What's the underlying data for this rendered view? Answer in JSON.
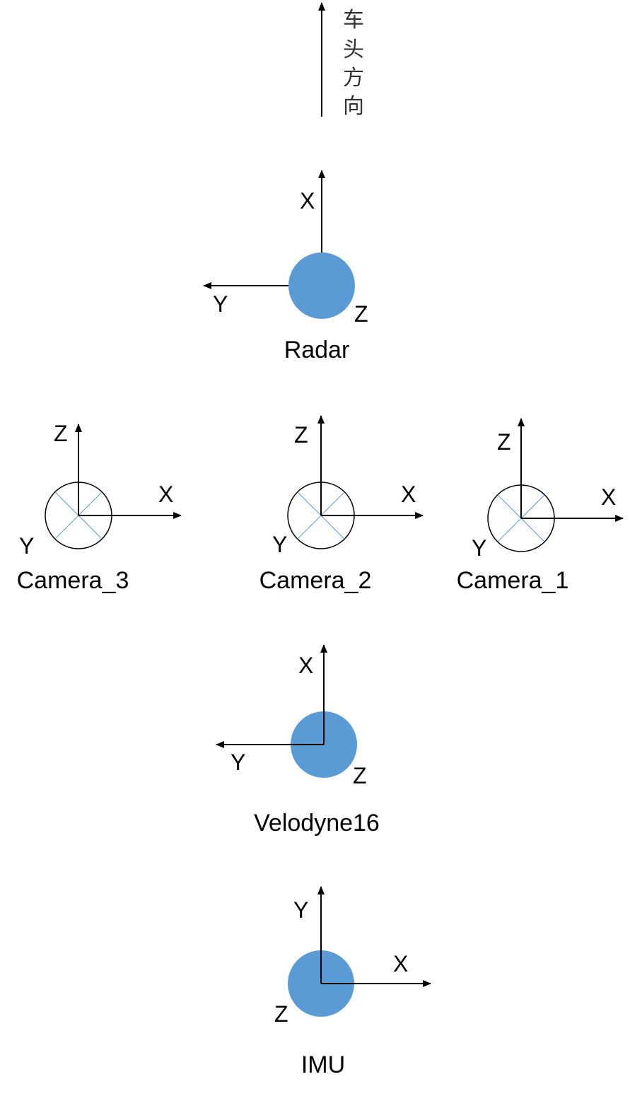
{
  "heading_label": "车头方向",
  "colors": {
    "sensor_fill": "#5b9bd5",
    "camera_diag": "#5b9bd5",
    "line": "#000000"
  },
  "sensors": {
    "radar": {
      "name": "Radar",
      "axes": {
        "x": "X",
        "y": "Y",
        "z": "Z"
      }
    },
    "camera_3": {
      "name": "Camera_3",
      "axes": {
        "z": "Z",
        "x": "X",
        "y": "Y"
      }
    },
    "camera_2": {
      "name": "Camera_2",
      "axes": {
        "z": "Z",
        "x": "X",
        "y": "Y"
      }
    },
    "camera_1": {
      "name": "Camera_1",
      "axes": {
        "z": "Z",
        "x": "X",
        "y": "Y"
      }
    },
    "velodyne16": {
      "name": "Velodyne16",
      "axes": {
        "x": "X",
        "y": "Y",
        "z": "Z"
      }
    },
    "imu": {
      "name": "IMU",
      "axes": {
        "y": "Y",
        "x": "X",
        "z": "Z"
      }
    }
  }
}
